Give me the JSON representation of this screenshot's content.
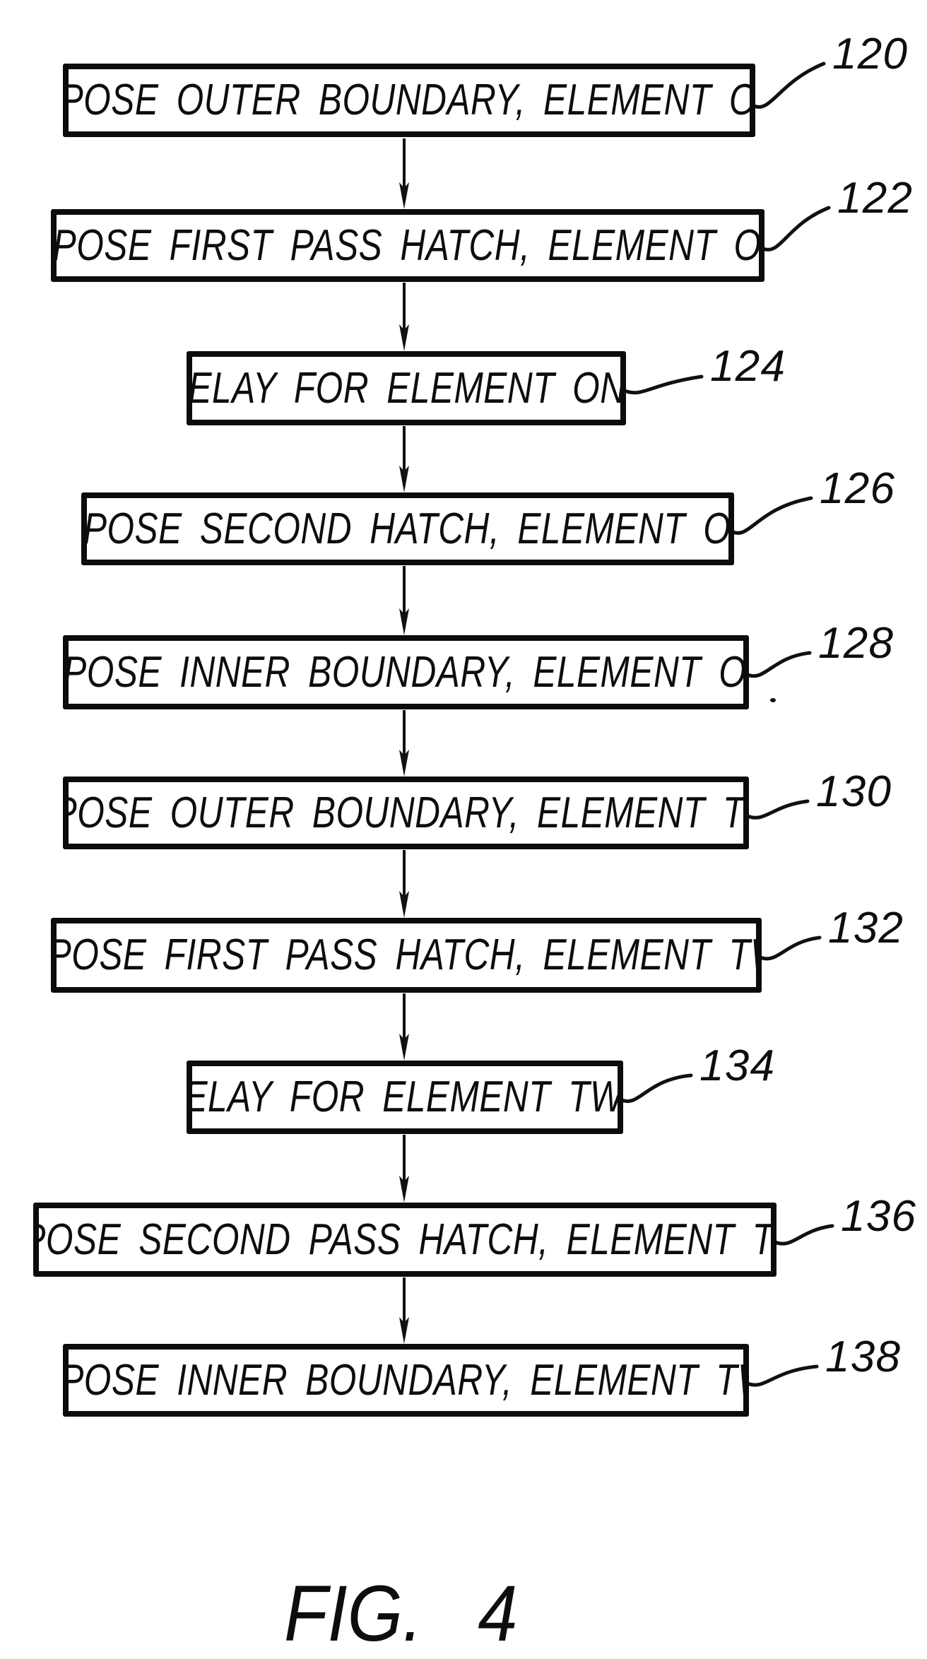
{
  "figure": {
    "caption": "FIG. 4",
    "steps": [
      {
        "label": "EXPOSE OUTER BOUNDARY, ELEMENT ONE",
        "ref": "120"
      },
      {
        "label": "EXPOSE FIRST PASS HATCH, ELEMENT ONE",
        "ref": "122"
      },
      {
        "label": "DELAY FOR ELEMENT ONE",
        "ref": "124"
      },
      {
        "label": "EXPOSE SECOND HATCH, ELEMENT ONE",
        "ref": "126"
      },
      {
        "label": "EXPOSE INNER BOUNDARY, ELEMENT ONE",
        "ref": "128"
      },
      {
        "label": "EXPOSE OUTER BOUNDARY, ELEMENT TWO",
        "ref": "130"
      },
      {
        "label": "EXPOSE FIRST PASS HATCH, ELEMENT TWO",
        "ref": "132"
      },
      {
        "label": "DELAY FOR ELEMENT TWO",
        "ref": "134"
      },
      {
        "label": "EXPOSE SECOND PASS HATCH, ELEMENT TWO",
        "ref": "136"
      },
      {
        "label": "EXPOSE INNER BOUNDARY, ELEMENT TWO",
        "ref": "138"
      }
    ],
    "colors": {
      "ink": "#0d0d0d",
      "background": "#ffffff"
    }
  }
}
